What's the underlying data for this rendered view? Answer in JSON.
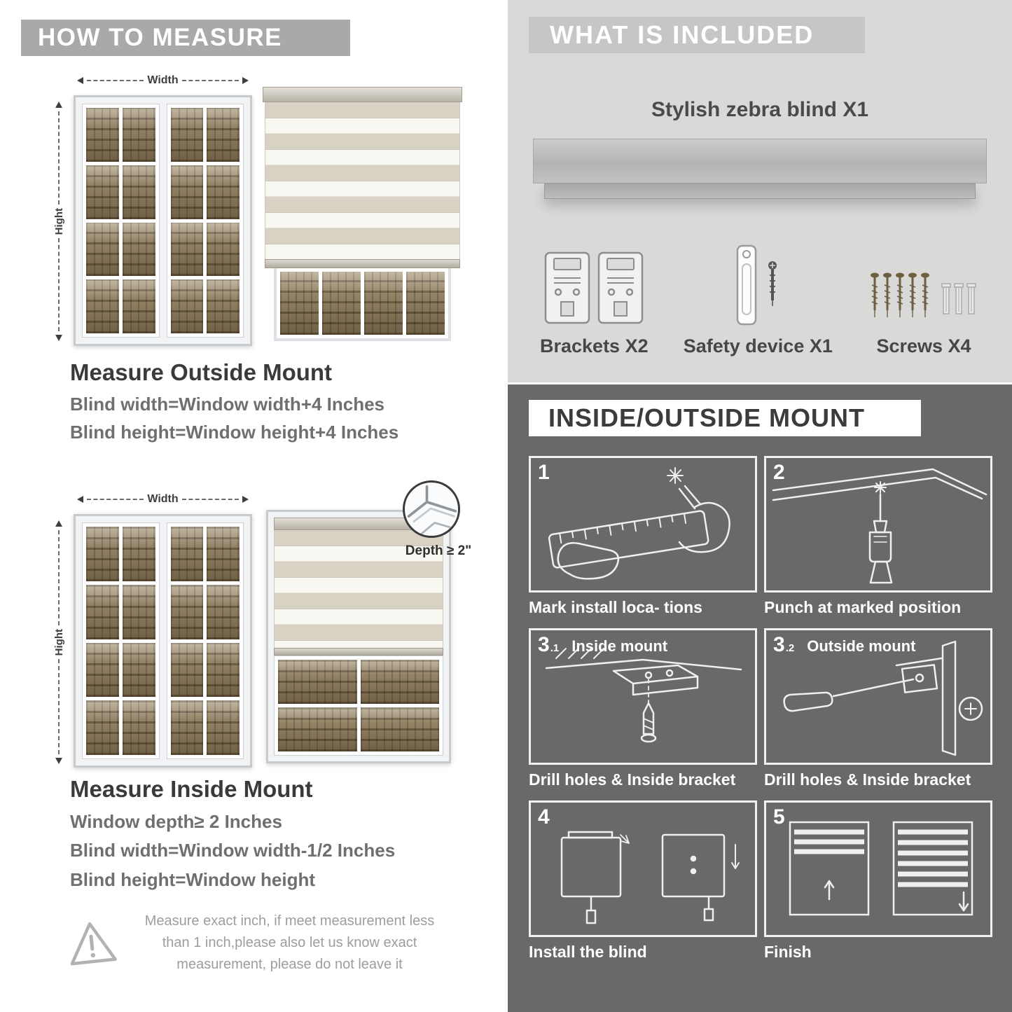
{
  "palette": {
    "left_header_bg": "#a9a9a9",
    "included_bg": "#d9d9d8",
    "included_header_bg": "#c6c6c5",
    "mount_bg": "#696969",
    "heading_text": "#3a3a3a",
    "body_text": "#6f6f6f"
  },
  "measure": {
    "header": "HOW TO MEASURE",
    "width_label": "Width",
    "height_label": "Hight",
    "outside": {
      "title": "Measure Outside Mount",
      "lines": [
        "Blind width=Window width+4 Inches",
        "Blind height=Window height+4 Inches"
      ]
    },
    "inside": {
      "title": "Measure Inside Mount",
      "depth_label": "Depth ≥ 2\"",
      "lines": [
        "Window depth≥ 2 Inches",
        "Blind width=Window width-1/2 Inches",
        "Blind height=Window height"
      ]
    },
    "warning": "Measure exact inch, if meet measurement less than 1 inch,please also let us know exact measurement, please do not leave it"
  },
  "included": {
    "header": "WHAT IS INCLUDED",
    "blind_label": "Stylish zebra blind X1",
    "items": [
      {
        "label": "Brackets X2"
      },
      {
        "label": "Safety device X1"
      },
      {
        "label": "Screws X4"
      }
    ]
  },
  "mount": {
    "header": "INSIDE/OUTSIDE MOUNT",
    "steps": [
      {
        "num": "1",
        "sub": "",
        "title": "",
        "caption": "Mark install loca- tions"
      },
      {
        "num": "2",
        "sub": "",
        "title": "",
        "caption": "Punch at  marked position"
      },
      {
        "num": "3",
        "sub": ".1",
        "title": "Inside mount",
        "caption": "Drill holes &  Inside bracket"
      },
      {
        "num": "3",
        "sub": ".2",
        "title": "Outside mount",
        "caption": "Drill holes &  Inside bracket"
      },
      {
        "num": "4",
        "sub": "",
        "title": "",
        "caption": "Install the blind"
      },
      {
        "num": "5",
        "sub": "",
        "title": "",
        "caption": "Finish"
      }
    ]
  }
}
